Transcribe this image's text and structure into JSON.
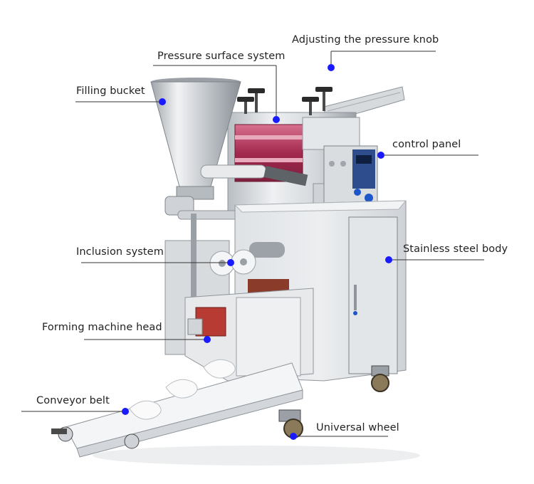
{
  "labels": {
    "adjusting_knob": "Adjusting the pressure knob",
    "pressure_surface": "Pressure surface system",
    "filling_bucket": "Filling bucket",
    "control_panel": "control panel",
    "inclusion_system": "Inclusion system",
    "stainless_body": "Stainless steel body",
    "forming_head": "Forming machine head",
    "conveyor_belt": "Conveyor belt",
    "universal_wheel": "Universal wheel"
  },
  "colors": {
    "marker": "#1a1aff",
    "leader_line": "#333333",
    "steel_light": "#e6e8ea",
    "steel_mid": "#c9cdd1",
    "steel_dark": "#8f959b",
    "roller_red": "#b23a5e",
    "belt": "#f3f4f5"
  }
}
